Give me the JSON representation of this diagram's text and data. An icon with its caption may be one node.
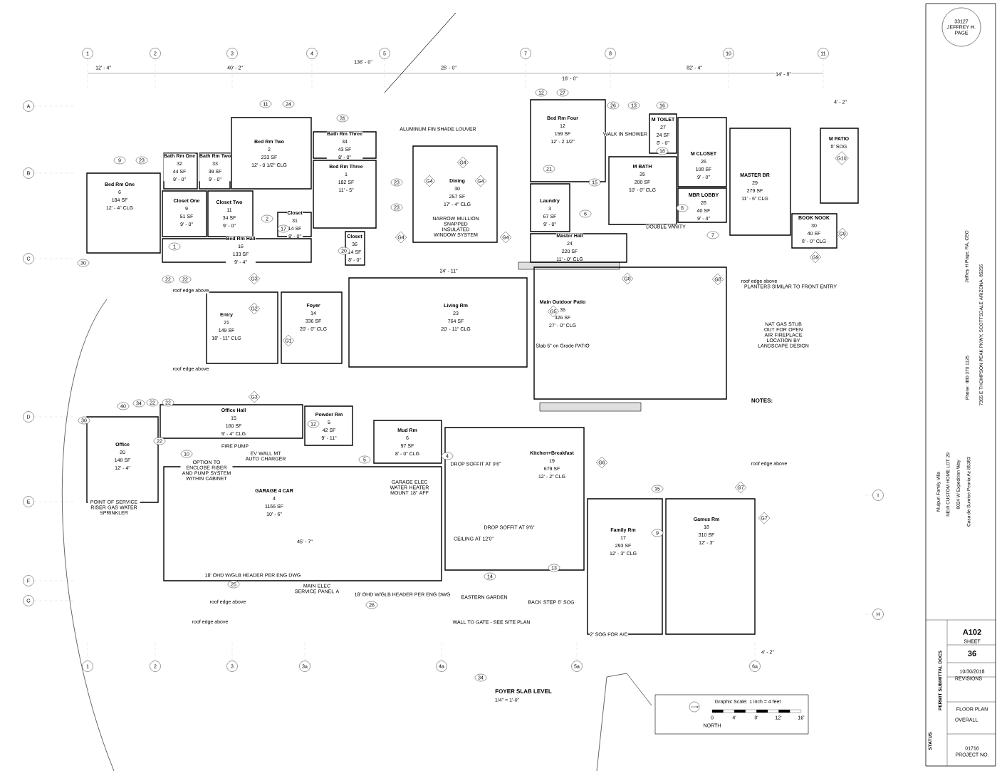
{
  "diagram": {
    "nodes": [
      {
        "text": [
          "Bed Rm One",
          "6",
          "184 SF",
          "12' - 4\" CLG"
        ]
      },
      {
        "text": [
          "Bath Rm One",
          "32",
          "44 SF",
          "9' - 0\""
        ]
      },
      {
        "text": [
          "Bath Rm Two",
          "33",
          "39 SF",
          "9' - 0\""
        ]
      },
      {
        "text": [
          "Closet One",
          "9",
          "51 SF",
          "9' - 0\""
        ]
      },
      {
        "text": [
          "Closet Two",
          "11",
          "34 SF",
          "9' - 0\""
        ]
      },
      {
        "text": [
          "Bed Rm Two",
          "2",
          "233 SF",
          "12' - 0 1/2\" CLG"
        ]
      },
      {
        "text": [
          "Closet",
          "31",
          "14 SF",
          "8' - 0\""
        ]
      },
      {
        "text": [
          "Bed Rm Hall",
          "16",
          "133 SF",
          "9' - 4\""
        ]
      },
      {
        "text": [
          "Bath Rm Three",
          "34",
          "43 SF",
          "8' - 0\""
        ]
      },
      {
        "text": [
          "Bed Rm Three",
          "1",
          "182 SF",
          "11' - 5\""
        ]
      },
      {
        "text": [
          "Closet",
          "36",
          "14 SF",
          "8' - 0\""
        ]
      },
      {
        "text": [
          "Dining",
          "30",
          "257 SF",
          "17' - 4\" CLG"
        ]
      },
      {
        "text": [
          "Bed Rm Four",
          "12",
          "159 SF",
          "12' - 2 1/2\""
        ]
      },
      {
        "text": [
          "Laundry",
          "3",
          "67 SF",
          "9' - 0\""
        ]
      },
      {
        "text": [
          "M TOILET",
          "27",
          "24 SF",
          "8' - 0\""
        ]
      },
      {
        "text": [
          "M BATH",
          "25",
          "200 SF",
          "10' - 0\" CLG"
        ]
      },
      {
        "text": [
          "M CLOSET",
          "26",
          "108 SF",
          "9' - 0\""
        ]
      },
      {
        "text": [
          "MBR LOBBY",
          "28",
          "40 SF",
          "9' - 4\""
        ]
      },
      {
        "text": [
          "MASTER BR",
          "29",
          "279 SF",
          "11' - 6\" CLG"
        ]
      },
      {
        "text": [
          "M PATIO",
          "8' SOG"
        ]
      },
      {
        "text": [
          "BOOK NOOK",
          "30",
          "40 SF",
          "8' - 0\" CLG"
        ]
      },
      {
        "text": [
          "Master Hall",
          "24",
          "220 SF",
          "11' - 0\" CLG"
        ]
      },
      {
        "text": [
          "Living Rm",
          "23",
          "764 SF",
          "20' - 11\" CLG"
        ]
      },
      {
        "text": [
          "Main Outdoor Patio",
          "35",
          "326 SF",
          "27' - 0\" CLG"
        ]
      },
      {
        "text": [
          "Entry",
          "21",
          "149 SF",
          "18' - 11\" CLG"
        ]
      },
      {
        "text": [
          "Foyer",
          "14",
          "336 SF",
          "20' - 0\" CLG"
        ]
      },
      {
        "text": [
          "Office Hall",
          "15",
          "160 SF",
          "9' - 4\" CLG"
        ]
      },
      {
        "text": [
          "Powder Rm",
          "5",
          "42 SF",
          "9' - 11\""
        ]
      },
      {
        "text": [
          "Mud Rm",
          "6",
          "97 SF",
          "8' - 0\" CLG"
        ]
      },
      {
        "text": [
          "Office",
          "20",
          "148 SF",
          "12' - 4\""
        ]
      },
      {
        "text": [
          "GARAGE 4 CAR",
          "4",
          "1156 SF",
          "10' - 6\""
        ]
      },
      {
        "text": [
          "Kitchen+Breakfast",
          "19",
          "679 SF",
          "12' - 2\" CLG"
        ]
      },
      {
        "text": [
          "Family Rm",
          "17",
          "293 SF",
          "12' - 3\" CLG"
        ]
      },
      {
        "text": [
          "Games Rm",
          "18",
          "310 SF",
          "12' - 3\""
        ]
      }
    ],
    "labels": [
      "1",
      "2",
      "3",
      "4",
      "5",
      "7",
      "8",
      "10",
      "11",
      "A",
      "B",
      "C",
      "D",
      "E",
      "F",
      "G",
      "I",
      "H",
      "1",
      "2",
      "3",
      "3a",
      "4a",
      "5a",
      "6a",
      "12' - 4\"",
      "40' - 2\"",
      "136' - 0\"",
      "25' - 0\"",
      "16' - 0\"",
      "82' - 4\"",
      "14' - 8\"",
      "4' - 2\"",
      "24' - 11\"",
      "45' - 7\"",
      "4' - 2\"",
      "G4",
      "G4",
      "G4",
      "G4",
      "G4",
      "G3",
      "G2",
      "G1",
      "G3",
      "G5",
      "G8",
      "G8",
      "G9",
      "G9",
      "G10",
      "G6",
      "G7",
      "G7",
      "9",
      "23",
      "30",
      "22",
      "22",
      "2",
      "17",
      "1",
      "31",
      "11",
      "24",
      "20",
      "23",
      "23",
      "21",
      "15",
      "6",
      "12",
      "27",
      "26",
      "13",
      "16",
      "18",
      "8",
      "7",
      "30",
      "40",
      "34",
      "22",
      "22",
      "22",
      "10",
      "12",
      "5",
      "4",
      "25",
      "26",
      "14",
      "13",
      "15",
      "9",
      "34",
      "ALUMINUM FIN SHADE LOUVER",
      "NARROW MULLION SNAPPED INSULATED WINDOW SYSTEM",
      "WALK IN SHOWER",
      "DOUBLE VANITY",
      "roof edge above",
      "roof edge above",
      "roof edge above",
      "roof edge above",
      "roof edge above",
      "roof edge above",
      "PLANTERS SIMILAR TO FRONT ENTRY",
      "NAT GAS STUB OUT FOR OPEN AIR FIREPLACE LOCATION BY LANDSCAPE DESIGN",
      "Slab 5\" on Grade PATIO",
      "EV WALL MT AUTO CHARGER",
      "FIRE PUMP",
      "OPTION TO ENCLOSE RISER AND PUMP SYSTEM WITHIN CABINET",
      "GARAGE ELEC WATER HEATER MOUNT 18\" AFF",
      "18' OHD W/GLB HEADER PER ENG DWG",
      "18' OHD W/GLB HEADER PER ENG DWG",
      "MAIN ELEC SERVICE PANEL A",
      "DROP SOFFIT AT 9'6\"",
      "CEILING AT 12'0\"",
      "DROP SOFFIT AT 9'6\"",
      "EASTERN GARDEN",
      "BACK STEP 8' SOG",
      "WALL TO GATE - SEE SITE PLAN",
      "2' SOG FOR A/C",
      "POINT OF SERVICE RISER GAS WATER SPRINKLER",
      "NOTES:",
      "FOYER SLAB LEVEL",
      "1/4\" = 1'-0\"",
      "Graphic Scale: 1 inch = 4 feet",
      "0",
      "4'",
      "8'",
      "12'",
      "16'",
      "NORTH",
      "Mulpuri Family Villa",
      "NEW CUSTOM HOME LOT 29",
      "8024 W Expedition Way",
      "Casa de Sunrise Peoria Az 85383",
      "Phone: 480 370 1125",
      "Jeffrey H Page, RA, CEO",
      "7355 E THOMPSON PEAK PKWY, SCOTTSDALE ARIZONA, 85255",
      "A102",
      "SHEET",
      "36",
      "10/30/2018",
      "REVISIONS",
      "FLOOR PLAN",
      "OVERALL",
      "01716",
      "PROJECT NO.",
      "STATUS",
      "PERMIT SUBMITTAL DOCS",
      "33127",
      "JEFFREY H.",
      "PAGE"
    ]
  }
}
